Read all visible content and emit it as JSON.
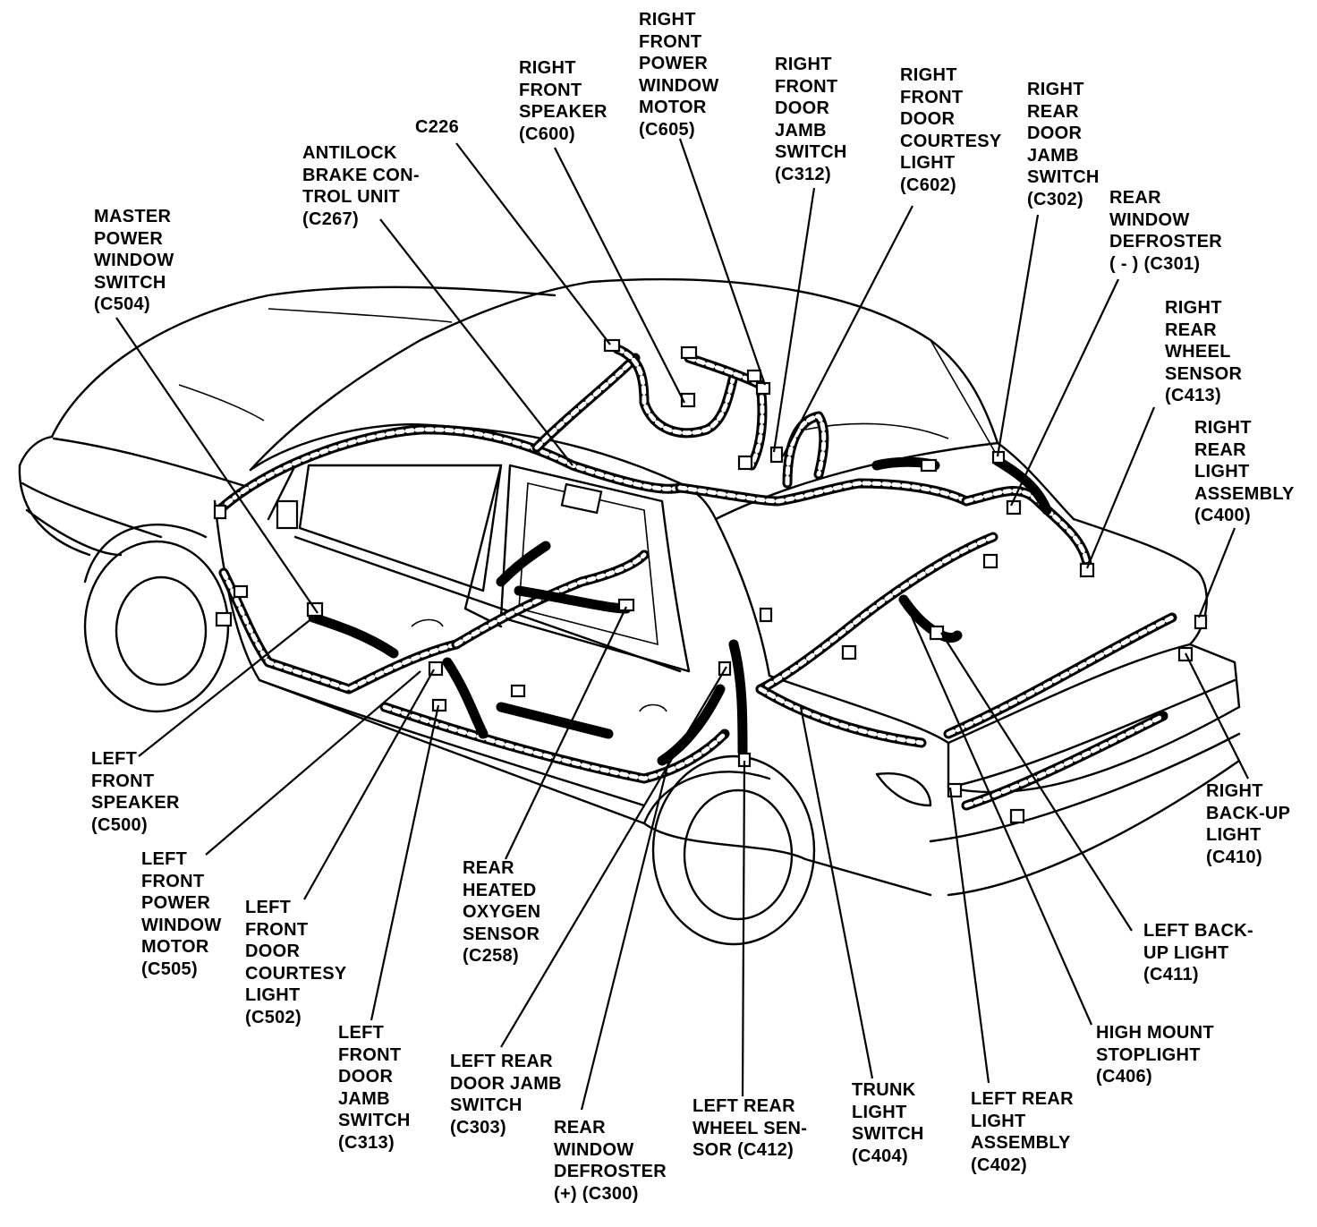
{
  "labels": {
    "right_front_power_window_motor": "RIGHT\nFRONT\nPOWER\nWINDOW\nMOTOR\n(C605)",
    "right_front_speaker": "RIGHT\nFRONT\nSPEAKER\n(C600)",
    "right_front_door_jamb_switch": "RIGHT\nFRONT\nDOOR\nJAMB\nSWITCH\n(C312)",
    "right_front_door_courtesy_light": "RIGHT\nFRONT\nDOOR\nCOURTESY\nLIGHT\n(C602)",
    "right_rear_door_jamb_switch": "RIGHT\nREAR\nDOOR\nJAMB\nSWITCH\n(C302)",
    "c226": "C226",
    "antilock_brake_control_unit": "ANTILOCK\nBRAKE CON-\nTROL UNIT\n(C267)",
    "master_power_window_switch": "MASTER\nPOWER\nWINDOW\nSWITCH\n(C504)",
    "rear_window_defroster_neg": "REAR\nWINDOW\nDEFROSTER\n( - ) (C301)",
    "right_rear_wheel_sensor": "RIGHT\nREAR\nWHEEL\nSENSOR\n(C413)",
    "right_rear_light_assembly": "RIGHT\nREAR\nLIGHT\nASSEMBLY\n(C400)",
    "left_front_speaker": "LEFT\nFRONT\nSPEAKER\n(C500)",
    "right_back_up_light": "RIGHT\nBACK-UP\nLIGHT\n(C410)",
    "left_front_power_window_motor": "LEFT\nFRONT\nPOWER\nWINDOW\nMOTOR\n(C505)",
    "left_front_door_courtesy_light": "LEFT\nFRONT\nDOOR\nCOURTESY\nLIGHT\n(C502)",
    "rear_heated_oxygen_sensor": "REAR\nHEATED\nOXYGEN\nSENSOR\n(C258)",
    "left_back_up_light": "LEFT BACK-\nUP LIGHT\n(C411)",
    "high_mount_stoplight": "HIGH MOUNT\nSTOPLIGHT\n(C406)",
    "left_front_door_jamb_switch": "LEFT\nFRONT\nDOOR\nJAMB\nSWITCH\n(C313)",
    "left_rear_door_jamb_switch": "LEFT REAR\nDOOR JAMB\nSWITCH\n(C303)",
    "left_rear_wheel_sensor": "LEFT REAR\nWHEEL SEN-\nSOR (C412)",
    "trunk_light_switch": "TRUNK\nLIGHT\nSWITCH\n(C404)",
    "left_rear_light_assembly": "LEFT REAR\nLIGHT\nASSEMBLY\n(C402)",
    "rear_window_defroster_pos": "REAR\nWINDOW\nDEFROSTER\n(+) (C300)"
  }
}
